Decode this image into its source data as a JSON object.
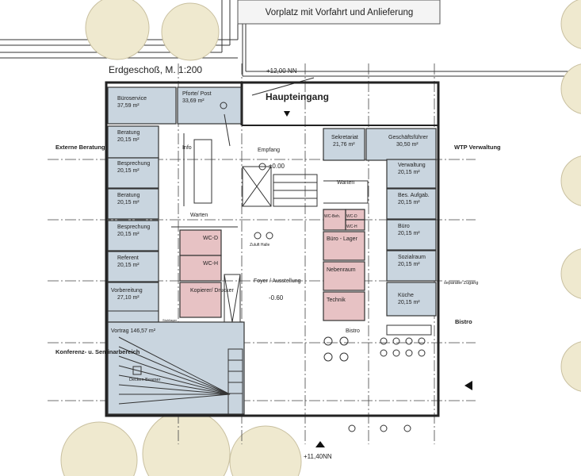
{
  "title": "Erdgeschoß, M. 1:200",
  "top_label": "Vorplatz mit Vorfahrt und Anlieferung",
  "entrance": "Haupteingang",
  "levels": {
    "top": "+12,00 NN",
    "bottom": "+11,40NN",
    "center": "±0.00",
    "foyer": "-0.60"
  },
  "side_labels": {
    "externe": "Externe Beratung",
    "konferenz": "Konferenz- u. Seminarbereich",
    "wtp": "WTP Verwaltung",
    "bistro_side": "Bistro",
    "zugang": "separater Zugang"
  },
  "rooms": [
    {
      "id": "bueroservice",
      "name": "Büroservice",
      "area": "37,59 m²"
    },
    {
      "id": "pforte",
      "name": "Pforte/ Post",
      "area": "33,69 m²"
    },
    {
      "id": "beratung1",
      "name": "Beratung",
      "area": "20,15 m²"
    },
    {
      "id": "besprechung1",
      "name": "Besprechung",
      "area": "20,15 m²"
    },
    {
      "id": "beratung2",
      "name": "Beratung",
      "area": "20,15 m²"
    },
    {
      "id": "besprechung2",
      "name": "Besprechung",
      "area": "20,15 m²"
    },
    {
      "id": "referent",
      "name": "Referent",
      "area": "20,15 m²"
    },
    {
      "id": "vorbereitung",
      "name": "Vorbereitung",
      "area": "27,10 m²"
    },
    {
      "id": "vortrag",
      "name": "Vortrag",
      "area": "146,57 m²"
    },
    {
      "id": "sekretariat",
      "name": "Sekretariat",
      "area": "21,76 m²"
    },
    {
      "id": "geschaeftsfuehrer",
      "name": "Geschäftsführer",
      "area": "30,50 m²"
    },
    {
      "id": "verwaltung",
      "name": "Verwaltung",
      "area": "20,15 m²"
    },
    {
      "id": "besaufgab",
      "name": "Bes. Aufgab.",
      "area": "20,15 m²"
    },
    {
      "id": "buero",
      "name": "Büro",
      "area": "20,15 m²"
    },
    {
      "id": "sozialraum",
      "name": "Sozialraum",
      "area": "20,15 m²"
    },
    {
      "id": "kueche",
      "name": "Küche",
      "area": "20,15 m²"
    }
  ],
  "wet_rooms": {
    "wcd": "WC-D",
    "wch": "WC-H",
    "kopierer": "Kopierer/ Drucker",
    "wcbeh": "WC-Beh.",
    "wcd2": "WC-D",
    "wch2": "WC-H",
    "buerolager": "Büro - Lager",
    "nebenraum": "Nebenraum",
    "technik": "Technik"
  },
  "labels": {
    "info": "Info",
    "empfang": "Empfang",
    "warten1": "Warten",
    "warten2": "Warten",
    "zuluft": "Zuluft Halle",
    "foyer": "Foyer / Ausstellung",
    "bistro": "Bistro",
    "decken": "Decken Beamer",
    "stuhllager": "Stuhllager"
  }
}
